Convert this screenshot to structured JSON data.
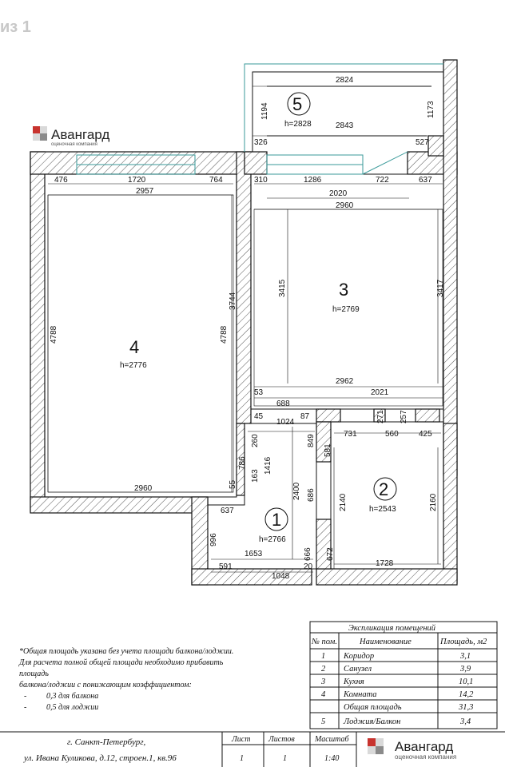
{
  "page_tag": "из 1",
  "logo": {
    "name": "Авангард",
    "sub": "оценочная компания"
  },
  "rooms": [
    {
      "num": "1",
      "height": "h=2766"
    },
    {
      "num": "2",
      "height": "h=2543"
    },
    {
      "num": "3",
      "height": "h=2769"
    },
    {
      "num": "4",
      "height": "h=2776"
    },
    {
      "num": "5",
      "height": "h=2828"
    }
  ],
  "dimensions": {
    "d2824": "2824",
    "d1194": "1194",
    "d1173": "1173",
    "d2843": "2843",
    "d326": "326",
    "d527": "527",
    "d476": "476",
    "d1720": "1720",
    "d764": "764",
    "d2957": "2957",
    "d310": "310",
    "d1286": "1286",
    "d722": "722",
    "d637a": "637",
    "d2020": "2020",
    "d2960a": "2960",
    "d4788a": "4788",
    "d4788b": "4788",
    "d3744": "3744",
    "d3415": "3415",
    "d3417": "3417",
    "d2962": "2962",
    "d2021": "2021",
    "d53": "53",
    "d688": "688",
    "d45": "45",
    "d1024": "1024",
    "d87": "87",
    "d731": "731",
    "d271": "271",
    "d560": "560",
    "d257": "257",
    "d425": "425",
    "d260": "260",
    "d849": "849",
    "d581": "581",
    "d786": "786",
    "d1416": "1416",
    "d163": "163",
    "d2960b": "2960",
    "d55": "55",
    "d2400": "2400",
    "d686": "686",
    "d2140": "2140",
    "d2160": "2160",
    "d637b": "637",
    "d996": "996",
    "d1653": "1653",
    "d591": "591",
    "d1048": "1048",
    "d666": "666",
    "d20": "20",
    "d672": "672",
    "d1728": "1728"
  },
  "explication": {
    "title": "Экспликация помещений",
    "headers": [
      "№ пом.",
      "Наименование",
      "Площадь, м2"
    ],
    "rows": [
      [
        "1",
        "Коридор",
        "3,1"
      ],
      [
        "2",
        "Санузел",
        "3,9"
      ],
      [
        "3",
        "Кухня",
        "10,1"
      ],
      [
        "4",
        "Комната",
        "14,2"
      ],
      [
        "",
        "Общая площадь",
        "31,3"
      ],
      [
        "5",
        "Лоджия/Балкон",
        "3,4"
      ]
    ]
  },
  "note": {
    "lines": [
      "*Общая площадь указана без учета площади балкона/лоджии.",
      "Для расчета полной общей площади необходимо прибавить",
      "площадь",
      "балкона/лоджии с понижающим коэффициентом:",
      "0,3 для балкона",
      "0,5 для лоджии"
    ]
  },
  "stamp": {
    "address1": "г. Санкт-Петербург,",
    "address2": "ул. Ивана Куликова, д.12, строен.1, кв.96",
    "headers": [
      "Лист",
      "Листов",
      "Масштаб"
    ],
    "values": [
      "1",
      "1",
      "1:40"
    ]
  }
}
